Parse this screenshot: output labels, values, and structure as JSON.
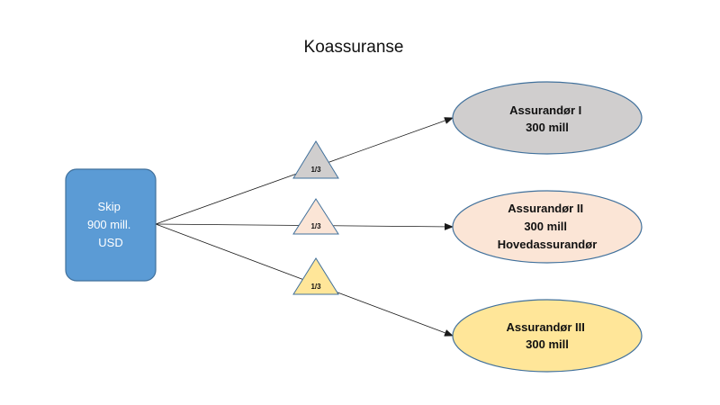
{
  "title": "Koassuranse",
  "ship": {
    "lines": [
      "Skip",
      "900 mill.",
      "USD"
    ],
    "color": "#5b9bd5"
  },
  "insurers": [
    {
      "lines": [
        "Assurandør I",
        "300 mill"
      ],
      "color": "#d0cece"
    },
    {
      "lines": [
        "Assurandør II",
        "300 mill",
        "Hovedassurandør"
      ],
      "color": "#fbe5d6"
    },
    {
      "lines": [
        "Assurandør III",
        "300 mill"
      ],
      "color": "#ffe699"
    }
  ],
  "shares": [
    {
      "label": "1/3",
      "color": "#d0cece"
    },
    {
      "label": "1/3",
      "color": "#fbe5d6"
    },
    {
      "label": "1/3",
      "color": "#ffe699"
    }
  ],
  "line_color": "#1a1a1a"
}
